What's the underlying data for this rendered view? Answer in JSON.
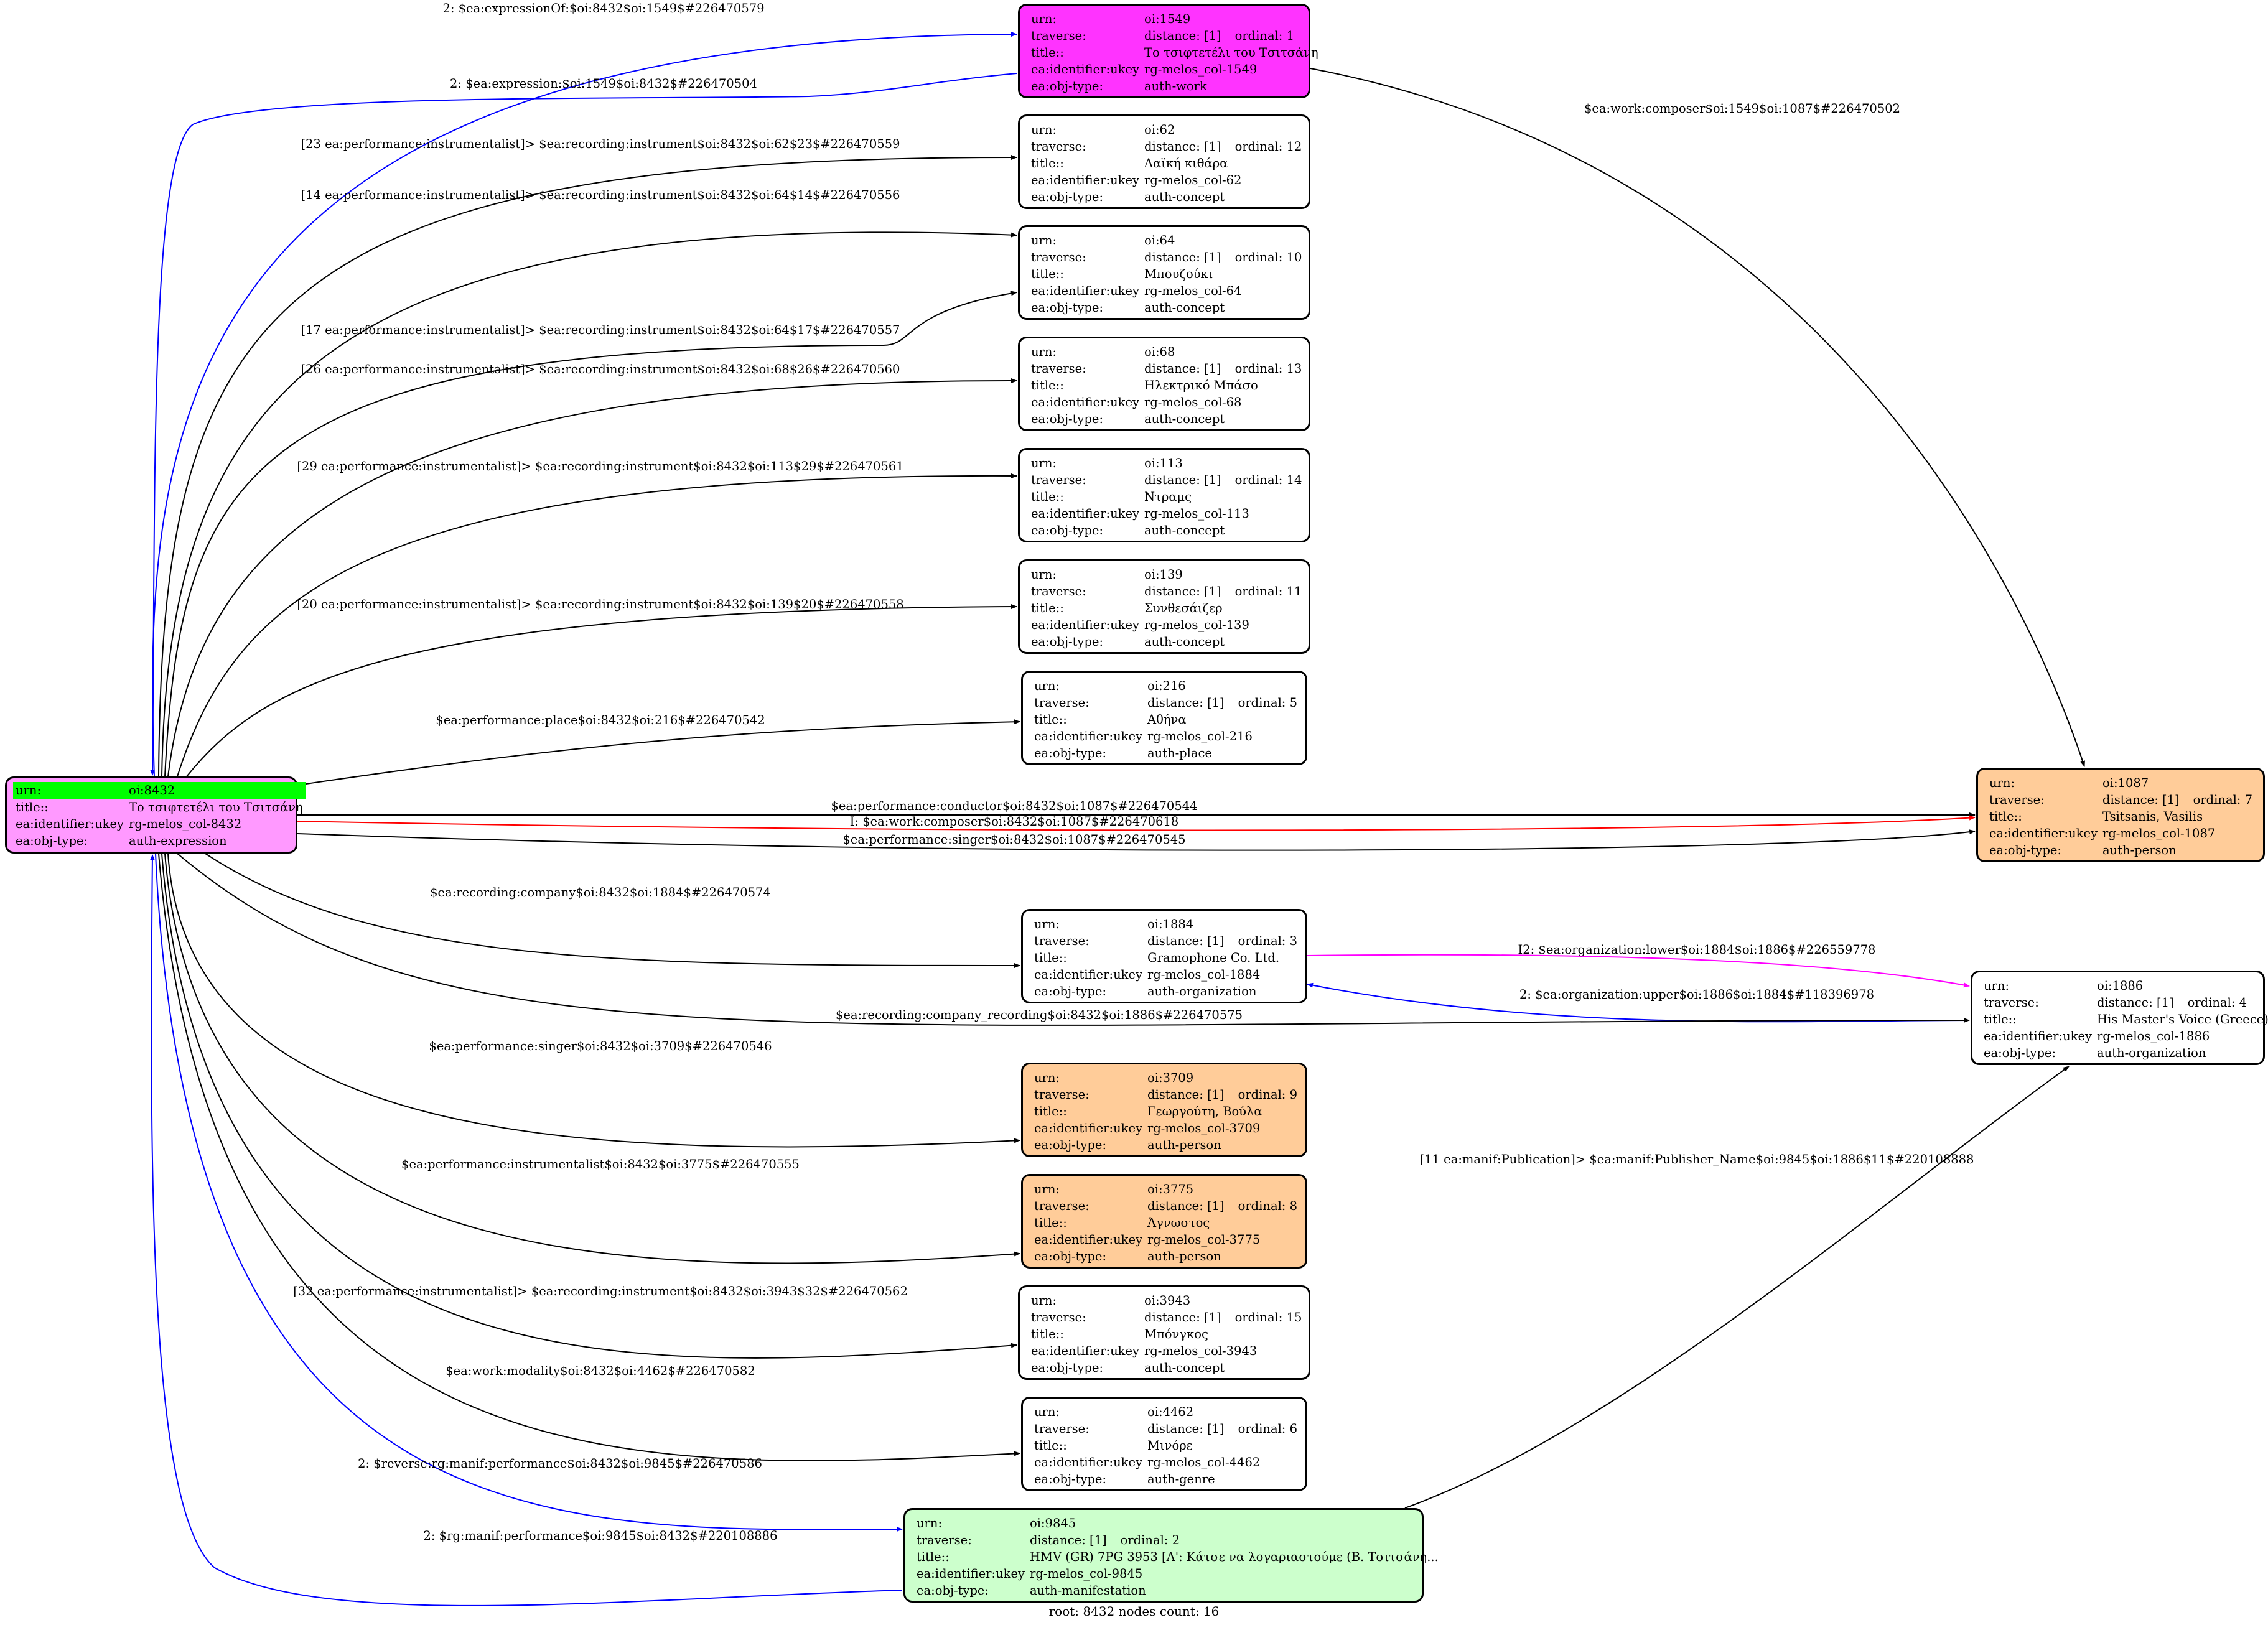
{
  "graph": {
    "footer": "root: 8432 nodes count: 16",
    "keys": {
      "urn": "urn:",
      "traverse": "traverse:",
      "title": "title::",
      "ukey": "ea:identifier:ukey",
      "objtype": "ea:obj-type:"
    },
    "colors": {
      "root": "#ff99ff",
      "root_highlight": "#00ff00",
      "expression_work": "#ff33ff",
      "person": "#ffcc99",
      "manifestation": "#ccffcc",
      "concept": "#ffffff",
      "edge_default": "#000000",
      "edge_blue": "#0000ff",
      "edge_red": "#ff0000",
      "edge_magenta": "#ff00ff"
    },
    "nodes": [
      {
        "id": "n8432",
        "fill": "#ff99ff",
        "urn": "oi:8432",
        "title": "Το τσιφτετέλι του Τσιτσάνη",
        "ukey": "rg-melos_col-8432",
        "objtype": "auth-expression"
      },
      {
        "id": "n1549",
        "fill": "#ff33ff",
        "urn": "oi:1549",
        "traverse": "distance: [1]",
        "ordinal": "ordinal: 1",
        "title": "Το τσιφτετέλι του Τσιτσάνη",
        "ukey": "rg-melos_col-1549",
        "objtype": "auth-work"
      },
      {
        "id": "n62",
        "fill": "#ffffff",
        "urn": "oi:62",
        "traverse": "distance: [1]",
        "ordinal": "ordinal: 12",
        "title": "Λαϊκή κιθάρα",
        "ukey": "rg-melos_col-62",
        "objtype": "auth-concept"
      },
      {
        "id": "n64",
        "fill": "#ffffff",
        "urn": "oi:64",
        "traverse": "distance: [1]",
        "ordinal": "ordinal: 10",
        "title": "Μπουζούκι",
        "ukey": "rg-melos_col-64",
        "objtype": "auth-concept"
      },
      {
        "id": "n68",
        "fill": "#ffffff",
        "urn": "oi:68",
        "traverse": "distance: [1]",
        "ordinal": "ordinal: 13",
        "title": "Ηλεκτρικό Μπάσο",
        "ukey": "rg-melos_col-68",
        "objtype": "auth-concept"
      },
      {
        "id": "n113",
        "fill": "#ffffff",
        "urn": "oi:113",
        "traverse": "distance: [1]",
        "ordinal": "ordinal: 14",
        "title": "Ντραμς",
        "ukey": "rg-melos_col-113",
        "objtype": "auth-concept"
      },
      {
        "id": "n139",
        "fill": "#ffffff",
        "urn": "oi:139",
        "traverse": "distance: [1]",
        "ordinal": "ordinal: 11",
        "title": "Συνθεσάιζερ",
        "ukey": "rg-melos_col-139",
        "objtype": "auth-concept"
      },
      {
        "id": "n216",
        "fill": "#ffffff",
        "urn": "oi:216",
        "traverse": "distance: [1]",
        "ordinal": "ordinal: 5",
        "title": "Αθήνα",
        "ukey": "rg-melos_col-216",
        "objtype": "auth-place"
      },
      {
        "id": "n1087",
        "fill": "#ffcc99",
        "urn": "oi:1087",
        "traverse": "distance: [1]",
        "ordinal": "ordinal: 7",
        "title": "Tsitsanis, Vasilis",
        "ukey": "rg-melos_col-1087",
        "objtype": "auth-person"
      },
      {
        "id": "n1884",
        "fill": "#ffffff",
        "urn": "oi:1884",
        "traverse": "distance: [1]",
        "ordinal": "ordinal: 3",
        "title": "Gramophone Co. Ltd.",
        "ukey": "rg-melos_col-1884",
        "objtype": "auth-organization"
      },
      {
        "id": "n1886",
        "fill": "#ffffff",
        "urn": "oi:1886",
        "traverse": "distance: [1]",
        "ordinal": "ordinal: 4",
        "title": "His Master's Voice (Greece)",
        "ukey": "rg-melos_col-1886",
        "objtype": "auth-organization"
      },
      {
        "id": "n3709",
        "fill": "#ffcc99",
        "urn": "oi:3709",
        "traverse": "distance: [1]",
        "ordinal": "ordinal: 9",
        "title": "Γεωργούτη, Βούλα",
        "ukey": "rg-melos_col-3709",
        "objtype": "auth-person"
      },
      {
        "id": "n3775",
        "fill": "#ffcc99",
        "urn": "oi:3775",
        "traverse": "distance: [1]",
        "ordinal": "ordinal: 8",
        "title": "Άγνωστος",
        "ukey": "rg-melos_col-3775",
        "objtype": "auth-person"
      },
      {
        "id": "n3943",
        "fill": "#ffffff",
        "urn": "oi:3943",
        "traverse": "distance: [1]",
        "ordinal": "ordinal: 15",
        "title": "Μπόνγκος",
        "ukey": "rg-melos_col-3943",
        "objtype": "auth-concept"
      },
      {
        "id": "n4462",
        "fill": "#ffffff",
        "urn": "oi:4462",
        "traverse": "distance: [1]",
        "ordinal": "ordinal: 6",
        "title": "Μινόρε",
        "ukey": "rg-melos_col-4462",
        "objtype": "auth-genre"
      },
      {
        "id": "n9845",
        "fill": "#ccffcc",
        "urn": "oi:9845",
        "traverse": "distance: [1]",
        "ordinal": "ordinal: 2",
        "title": "HMV (GR) 7PG 3953 [A': Κάτσε να λογαριαστούμε (Β. Τσιτσάνη...",
        "ukey": "rg-melos_col-9845",
        "objtype": "auth-manifestation"
      }
    ],
    "edges": [
      {
        "from": "n8432",
        "to": "n1549",
        "color": "#0000ff",
        "label": "2: $ea:expressionOf:$oi:8432$oi:1549$#226470579"
      },
      {
        "from": "n1549",
        "to": "n8432",
        "color": "#0000ff",
        "label": "2: $ea:expression:$oi:1549$oi:8432$#226470504"
      },
      {
        "from": "n1549",
        "to": "n1087",
        "color": "#000000",
        "label": "$ea:work:composer$oi:1549$oi:1087$#226470502"
      },
      {
        "from": "n8432",
        "to": "n62",
        "color": "#000000",
        "label": "[23 ea:performance:instrumentalist]> $ea:recording:instrument$oi:8432$oi:62$23$#226470559"
      },
      {
        "from": "n8432",
        "to": "n64",
        "color": "#000000",
        "label": "[14 ea:performance:instrumentalist]> $ea:recording:instrument$oi:8432$oi:64$14$#226470556"
      },
      {
        "from": "n8432",
        "to": "n64",
        "color": "#000000",
        "label": "[17 ea:performance:instrumentalist]> $ea:recording:instrument$oi:8432$oi:64$17$#226470557"
      },
      {
        "from": "n8432",
        "to": "n68",
        "color": "#000000",
        "label": "[26 ea:performance:instrumentalist]> $ea:recording:instrument$oi:8432$oi:68$26$#226470560"
      },
      {
        "from": "n8432",
        "to": "n113",
        "color": "#000000",
        "label": "[29 ea:performance:instrumentalist]> $ea:recording:instrument$oi:8432$oi:113$29$#226470561"
      },
      {
        "from": "n8432",
        "to": "n139",
        "color": "#000000",
        "label": "[20 ea:performance:instrumentalist]> $ea:recording:instrument$oi:8432$oi:139$20$#226470558"
      },
      {
        "from": "n8432",
        "to": "n216",
        "color": "#000000",
        "label": "$ea:performance:place$oi:8432$oi:216$#226470542"
      },
      {
        "from": "n8432",
        "to": "n1087",
        "color": "#000000",
        "label": "$ea:performance:conductor$oi:8432$oi:1087$#226470544"
      },
      {
        "from": "n8432",
        "to": "n1087",
        "color": "#ff0000",
        "label": "I: $ea:work:composer$oi:8432$oi:1087$#226470618"
      },
      {
        "from": "n8432",
        "to": "n1087",
        "color": "#000000",
        "label": "$ea:performance:singer$oi:8432$oi:1087$#226470545"
      },
      {
        "from": "n8432",
        "to": "n1884",
        "color": "#000000",
        "label": "$ea:recording:company$oi:8432$oi:1884$#226470574"
      },
      {
        "from": "n1884",
        "to": "n1886",
        "color": "#ff00ff",
        "label": "I2: $ea:organization:lower$oi:1884$oi:1886$#226559778"
      },
      {
        "from": "n1886",
        "to": "n1884",
        "color": "#0000ff",
        "label": "2: $ea:organization:upper$oi:1886$oi:1884$#118396978"
      },
      {
        "from": "n8432",
        "to": "n1886",
        "color": "#000000",
        "label": "$ea:recording:company_recording$oi:8432$oi:1886$#226470575"
      },
      {
        "from": "n8432",
        "to": "n3709",
        "color": "#000000",
        "label": "$ea:performance:singer$oi:8432$oi:3709$#226470546"
      },
      {
        "from": "n8432",
        "to": "n3775",
        "color": "#000000",
        "label": "$ea:performance:instrumentalist$oi:8432$oi:3775$#226470555"
      },
      {
        "from": "n9845",
        "to": "n1886",
        "color": "#000000",
        "label": "[11 ea:manif:Publication]> $ea:manif:Publisher_Name$oi:9845$oi:1886$11$#220108888"
      },
      {
        "from": "n8432",
        "to": "n3943",
        "color": "#000000",
        "label": "[32 ea:performance:instrumentalist]> $ea:recording:instrument$oi:8432$oi:3943$32$#226470562"
      },
      {
        "from": "n8432",
        "to": "n4462",
        "color": "#000000",
        "label": "$ea:work:modality$oi:8432$oi:4462$#226470582"
      },
      {
        "from": "n8432",
        "to": "n9845",
        "color": "#0000ff",
        "label": "2: $reverse:rg:manif:performance$oi:8432$oi:9845$#226470586"
      },
      {
        "from": "n9845",
        "to": "n8432",
        "color": "#0000ff",
        "label": "2: $rg:manif:performance$oi:9845$oi:8432$#220108886"
      }
    ]
  }
}
